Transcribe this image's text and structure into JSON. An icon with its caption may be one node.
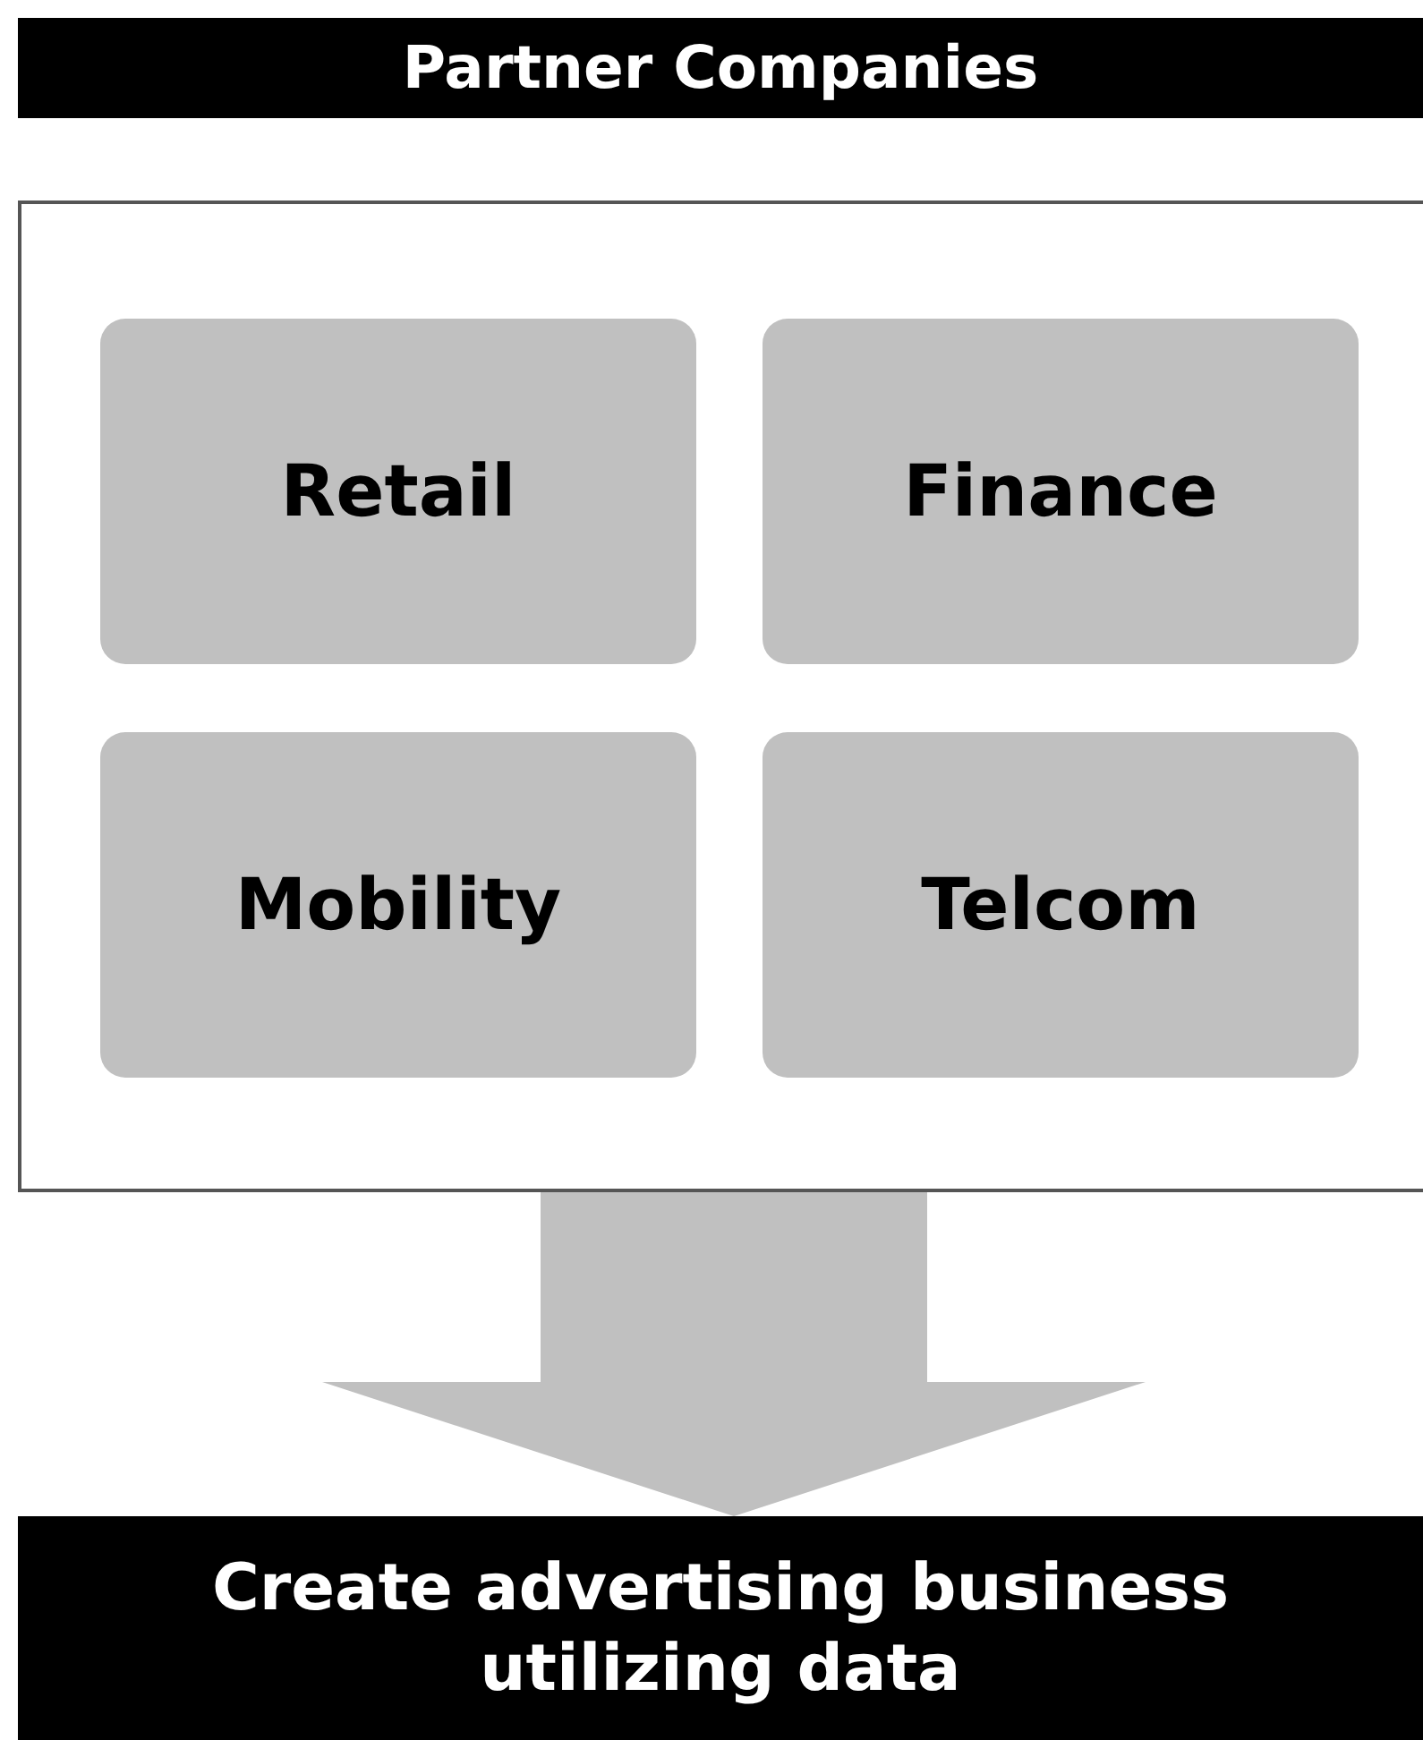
{
  "diagram": {
    "nodes": [
      {
        "text": [
          "Partner Companies"
        ]
      },
      {
        "text": [],
        "shape": "box"
      },
      {
        "text": [
          "Retail"
        ],
        "in": 1
      },
      {
        "text": [
          "Finance"
        ],
        "in": 1
      },
      {
        "text": [
          "Mobility"
        ],
        "in": 1
      },
      {
        "text": [
          "Telcom"
        ],
        "in": 1
      },
      {
        "text": [
          "Create advertising business utilizing data"
        ]
      }
    ],
    "edges": [
      {
        "from": 1,
        "to": 6,
        "arrow": "to",
        "style": "thick",
        "color": "#c0c0c0"
      }
    ]
  }
}
